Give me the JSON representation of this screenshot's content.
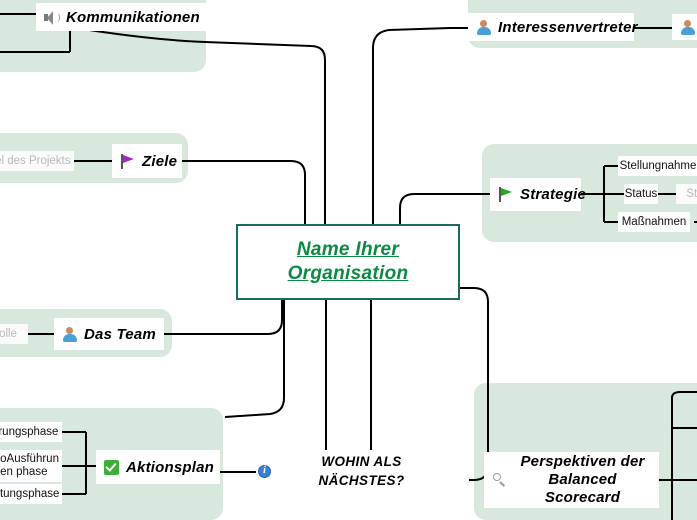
{
  "root": {
    "line1": "Name Ihrer",
    "line2": "Organisation",
    "color": "#0a8a43",
    "border_color": "#1b6b63"
  },
  "panel_color": "#d9e8dd",
  "branches": {
    "kommunikationen": {
      "label": "Kommunikationen",
      "icon": "speaker-icon"
    },
    "interessenvertreter": {
      "label": "Interessenvertreter",
      "icon": "person-icon",
      "child_clipped": {
        "label": "",
        "icon": "person-icon"
      }
    },
    "ziele": {
      "label": "Ziele",
      "icon": "flag-icon",
      "flag_color": "#aa22cc",
      "children": [
        {
          "label": "Ziel des Projekts",
          "dim": true
        }
      ]
    },
    "strategie": {
      "label": "Strategie",
      "icon": "flag-icon",
      "flag_color": "#26a826",
      "children": [
        {
          "label": "Stellungnahme",
          "dim": false
        },
        {
          "label": "Status",
          "dim": false
        },
        {
          "label": "Maßnahmen",
          "dim": false
        }
      ],
      "grandchild": {
        "label": "Sta",
        "dim": true
      }
    },
    "das_team": {
      "label": "Das Team",
      "icon": "person-icon",
      "children": [
        {
          "label": "olle",
          "dim": true
        }
      ]
    },
    "aktionsplan": {
      "label": "Aktionsplan",
      "icon": "checkbox-icon",
      "children": [
        {
          "label": "ührungsphase",
          "dim": false
        },
        {
          "label": "utioAusführun asen phase",
          "dim": false
        },
        {
          "label": "haltungsphase",
          "dim": false
        }
      ]
    },
    "balanced_scorecard": {
      "label": "Perspektiven der Balanced Scorecard",
      "icon": "magnifier-icon"
    }
  },
  "floating": {
    "next_steps_line1": "WOHIN ALS",
    "next_steps_line2": "NÄCHSTES?",
    "info_icon": "info-icon"
  }
}
